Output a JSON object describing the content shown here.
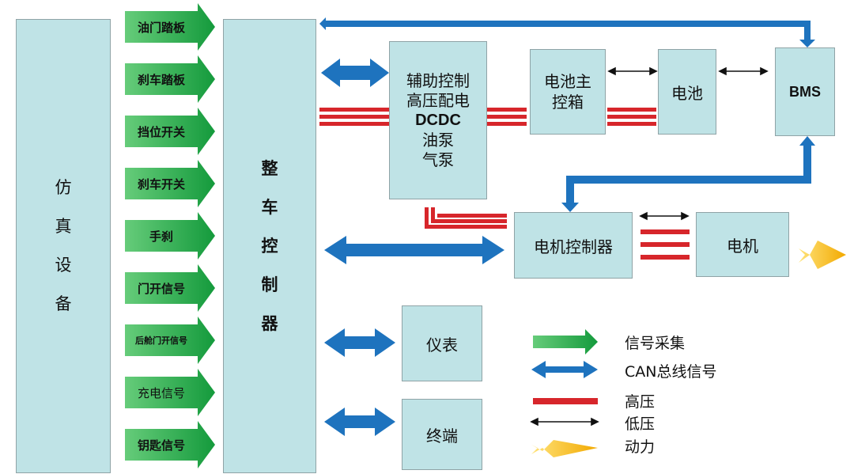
{
  "simulation_device": [
    "仿",
    "真",
    "设",
    "备"
  ],
  "signals": [
    "油门踏板",
    "刹车踏板",
    "挡位开关",
    "刹车开关",
    "手刹",
    "门开信号",
    "后舱门开信号",
    "充电信号",
    "钥匙信号"
  ],
  "vcu": [
    "整",
    "车",
    "控",
    "制",
    "器"
  ],
  "aux": [
    "辅助控制",
    "高压配电",
    "DCDC",
    "油泵",
    "气泵"
  ],
  "battery_box": [
    "电池主",
    "控箱"
  ],
  "battery": "电池",
  "bms": "BMS",
  "motor_controller": "电机控制器",
  "motor": "电机",
  "instrument": "仪表",
  "terminal": "终端",
  "legend": [
    "信号采集",
    "CAN总线信号",
    "高压",
    "低压",
    "动力"
  ],
  "colors": {
    "signal_green": "#1faa4a",
    "can_blue": "#1e73be",
    "hv_red": "#d7262b",
    "power_yellow": "#f4b400",
    "box_fill": "#bfe3e6"
  }
}
